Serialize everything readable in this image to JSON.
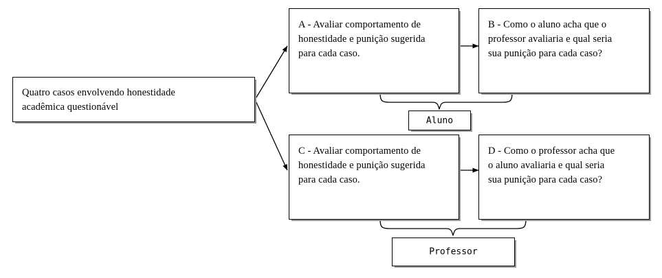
{
  "diagram": {
    "title": "Quatro casos envolvendo honestidade academica questionavel",
    "type": "flowchart",
    "background_color": "#ffffff",
    "line_color": "#000000",
    "box_fill_color": "#ffffff",
    "box_shadow_color": "#9a9a9a",
    "nodes": {
      "source": {
        "id": "source",
        "label": "Quatro casos envolvendo honestidade\nacadêmica questionável"
      },
      "a": {
        "id": "A",
        "label": "A - Avaliar comportamento de\nhonestidade e punição sugerida\npara cada caso."
      },
      "b": {
        "id": "B",
        "label": "B - Como o aluno acha que o\nprofessor avaliaria e qual seria\nsua punição para cada caso?"
      },
      "c": {
        "id": "C",
        "label": "C - Avaliar comportamento de\nhonestidade e punição sugerida\npara cada caso."
      },
      "d": {
        "id": "D",
        "label": "D - Como o professor acha que\no aluno avaliaria e qual seria\nsua punição para cada caso?"
      },
      "aluno": {
        "id": "aluno",
        "label": "Aluno"
      },
      "professor": {
        "id": "professor",
        "label": "Professor"
      }
    },
    "connectors": [
      {
        "name": "source-to-a",
        "from": "source",
        "to": "a",
        "style": "arrow"
      },
      {
        "name": "source-to-c",
        "from": "source",
        "to": "c",
        "style": "arrow"
      },
      {
        "name": "a-to-b",
        "from": "a",
        "to": "b",
        "style": "arrow"
      },
      {
        "name": "c-to-d",
        "from": "c",
        "to": "d",
        "style": "arrow"
      },
      {
        "name": "ab-to-aluno",
        "from": "A and B",
        "to": "aluno",
        "style": "curly-brace"
      },
      {
        "name": "cd-to-professor",
        "from": "C and D",
        "to": "professor",
        "style": "curly-brace"
      }
    ]
  }
}
